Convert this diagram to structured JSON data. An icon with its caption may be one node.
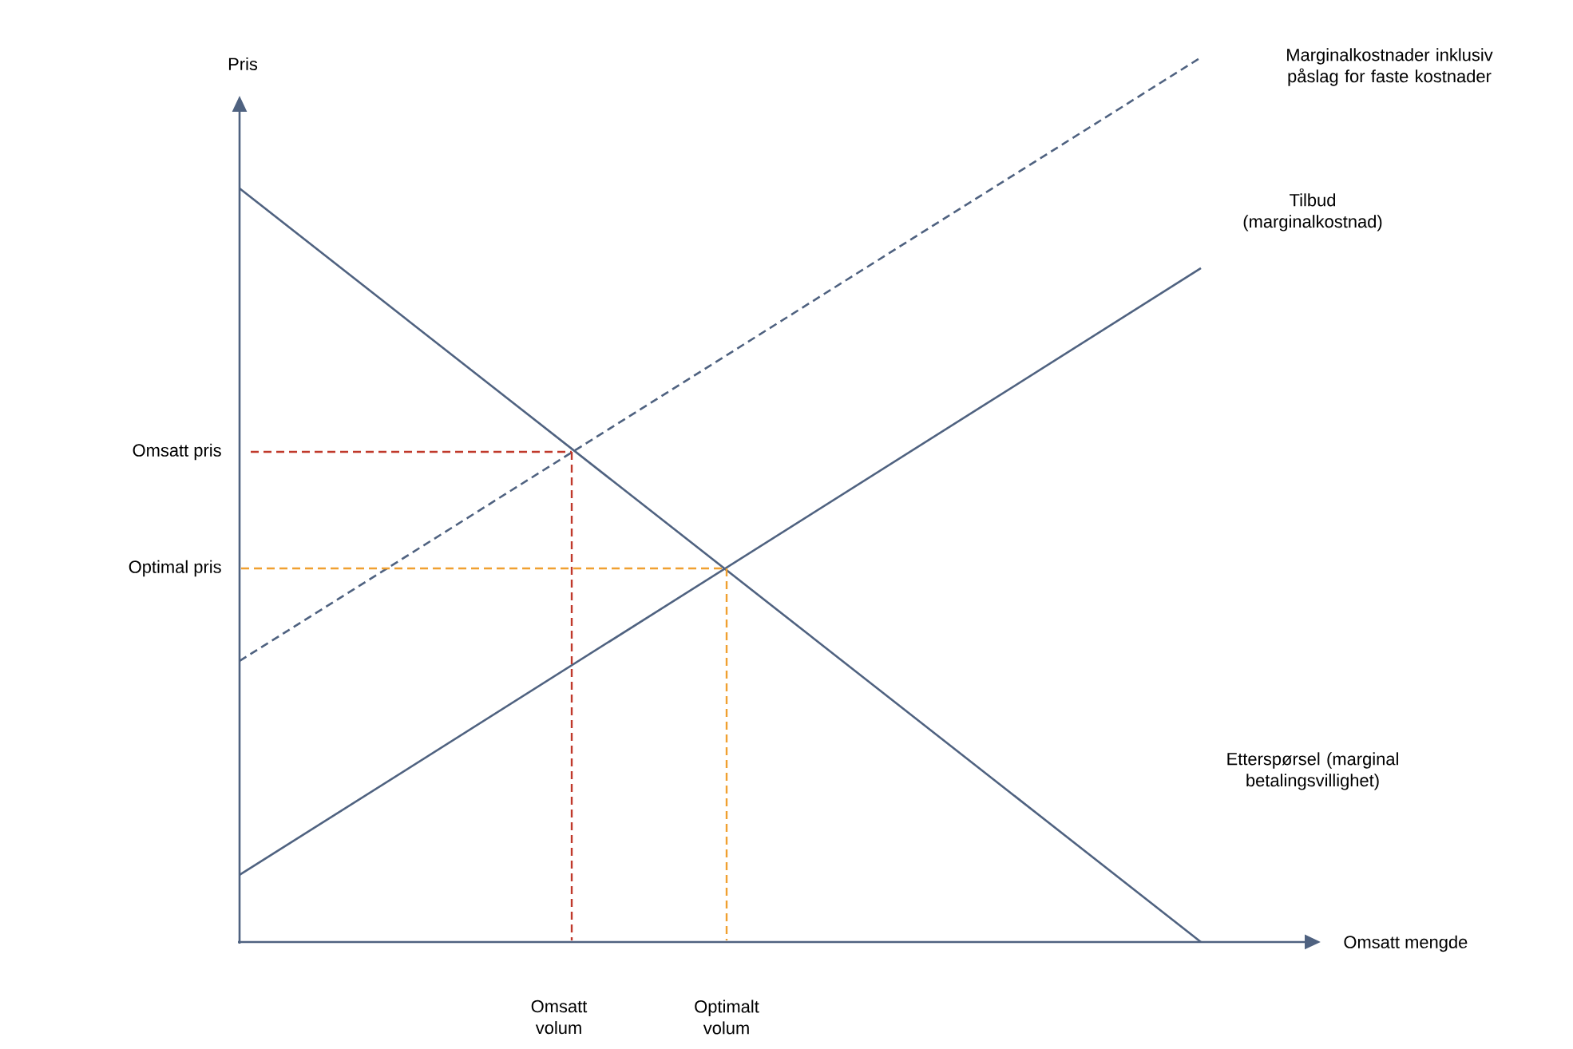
{
  "diagram": {
    "labels": [
      "Pris",
      "Marginalkostnader inklusiv påslag for faste kostnader",
      "Tilbud (marginalkostnad)",
      "Omsatt pris",
      "Optimal pris",
      "Etterspørsel (marginal betalingsvillighet)",
      "Omsatt mengde",
      "Omsatt volum",
      "Optimalt volum"
    ]
  }
}
